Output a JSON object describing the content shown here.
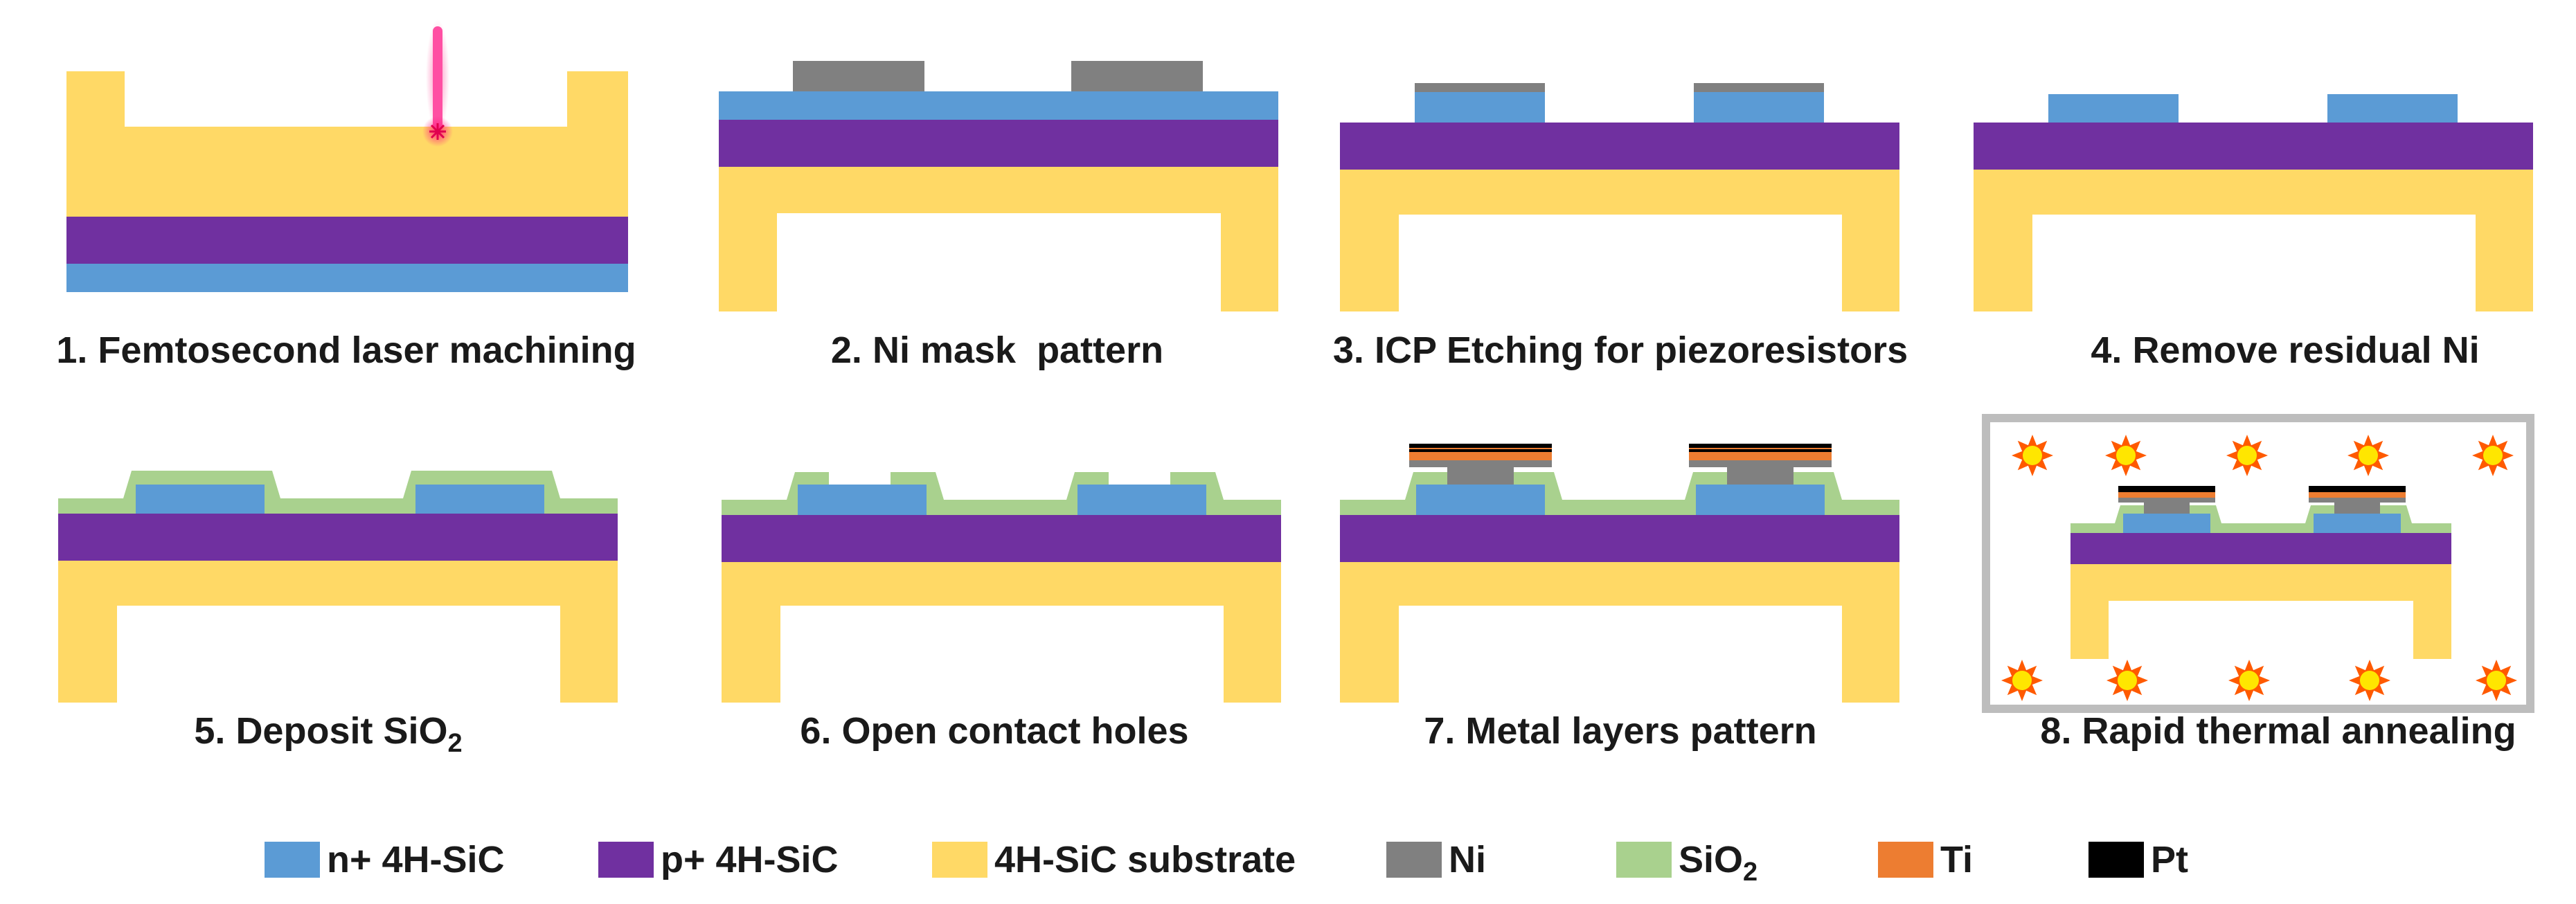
{
  "colors": {
    "n_plus": "#5B9BD5",
    "p_plus": "#7030A0",
    "substrate": "#FFD966",
    "ni": "#808080",
    "sio2": "#A9D18E",
    "ti": "#ED7D31",
    "pt": "#000000",
    "laser": "#FF4FA3",
    "sun_fill": "#FFE600",
    "sun_ray": "#FF5A00",
    "frame": "#BDBDBD"
  },
  "steps": [
    {
      "number": "1.",
      "title": "Femtosecond laser machining"
    },
    {
      "number": "2.",
      "title": "Ni mask  pattern"
    },
    {
      "number": "3.",
      "title": "ICP Etching for piezoresistors"
    },
    {
      "number": "4.",
      "title": "Remove residual Ni"
    },
    {
      "number": "5.",
      "title": "Deposit SiO",
      "subscript": "2"
    },
    {
      "number": "6.",
      "title": "Open contact holes"
    },
    {
      "number": "7.",
      "title": "Metal layers pattern"
    },
    {
      "number": "8.",
      "title": "Rapid thermal annealing"
    }
  ],
  "legend": [
    {
      "label": "n+ 4H-SiC",
      "color_key": "n_plus"
    },
    {
      "label": "p+ 4H-SiC",
      "color_key": "p_plus"
    },
    {
      "label": "4H-SiC substrate",
      "color_key": "substrate"
    },
    {
      "label": "Ni",
      "color_key": "ni"
    },
    {
      "label": "SiO",
      "subscript": "2",
      "color_key": "sio2"
    },
    {
      "label": "Ti",
      "color_key": "ti"
    },
    {
      "label": "Pt",
      "color_key": "pt"
    }
  ]
}
